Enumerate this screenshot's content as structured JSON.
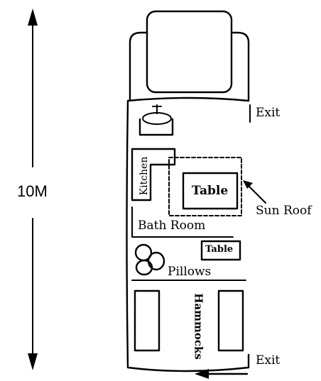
{
  "scale_label": "10M",
  "labels": {
    "exit_top": "Exit",
    "exit_bottom": "Exit",
    "kitchen": "Kitchen",
    "table_main": "Table",
    "table_small": "Table",
    "sun_roof": "Sun Roof",
    "bath_room": "Bath Room",
    "pillows": "Pillows",
    "hammocks": "Hammocks"
  },
  "colors": {
    "ink": "#000000",
    "background": "#ffffff"
  }
}
